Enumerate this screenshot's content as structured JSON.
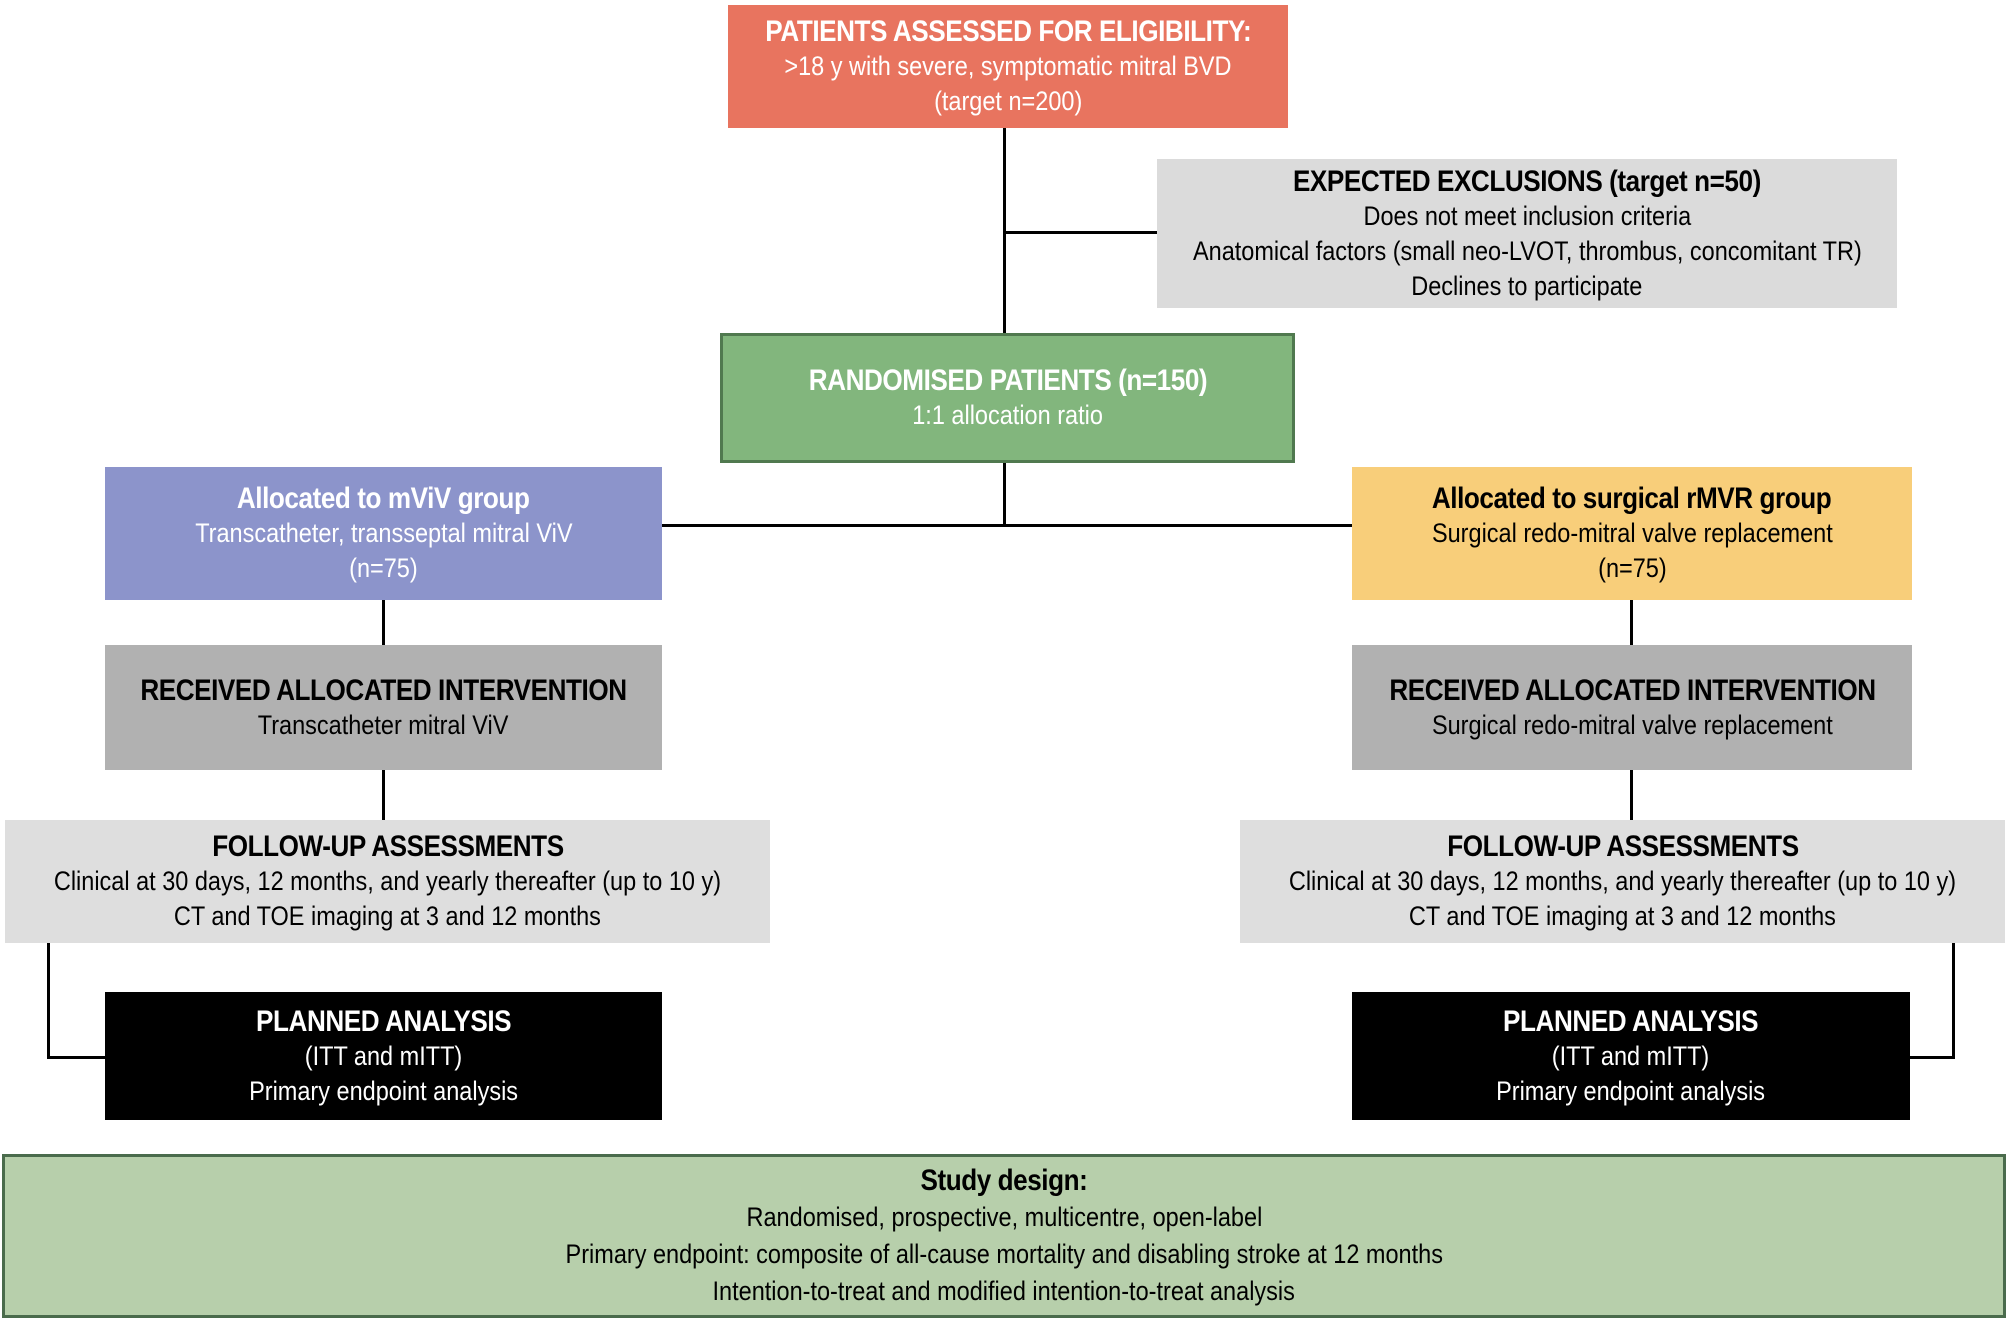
{
  "boxes": {
    "eligibility": {
      "title": "PATIENTS ASSESSED FOR ELIGIBILITY:",
      "lines": [
        ">18 y with severe, symptomatic mitral BVD",
        "(target n=200)"
      ]
    },
    "exclusions": {
      "title": "EXPECTED EXCLUSIONS (target n=50)",
      "lines": [
        "Does not meet inclusion criteria",
        "Anatomical factors (small neo-LVOT, thrombus, concomitant TR)",
        "Declines to participate"
      ]
    },
    "randomised": {
      "title": "RANDOMISED PATIENTS (n=150)",
      "lines": [
        "1:1 allocation ratio"
      ]
    },
    "mviv": {
      "title": "Allocated to mViV group",
      "lines": [
        "Transcatheter, transseptal mitral ViV",
        "(n=75)"
      ]
    },
    "rmvr": {
      "title": "Allocated to surgical rMVR group",
      "lines": [
        "Surgical redo-mitral valve replacement",
        "(n=75)"
      ]
    },
    "received_mviv": {
      "title": "RECEIVED ALLOCATED INTERVENTION",
      "lines": [
        "Transcatheter mitral ViV"
      ]
    },
    "received_rmvr": {
      "title": "RECEIVED ALLOCATED INTERVENTION",
      "lines": [
        "Surgical redo-mitral valve replacement"
      ]
    },
    "followup_mviv": {
      "title": "FOLLOW-UP ASSESSMENTS",
      "lines": [
        "Clinical at 30 days, 12 months, and yearly thereafter (up to 10 y)",
        "CT and TOE imaging at 3 and 12 months"
      ]
    },
    "followup_rmvr": {
      "title": "FOLLOW-UP ASSESSMENTS",
      "lines": [
        "Clinical at 30 days, 12 months, and yearly thereafter (up to 10 y)",
        "CT and TOE imaging at 3 and 12 months"
      ]
    },
    "analysis_mviv": {
      "title": "PLANNED ANALYSIS",
      "lines": [
        "(ITT and mITT)",
        "Primary endpoint analysis"
      ]
    },
    "analysis_rmvr": {
      "title": "PLANNED ANALYSIS",
      "lines": [
        "(ITT and mITT)",
        "Primary endpoint analysis"
      ]
    },
    "study_design": {
      "title": "Study design:",
      "lines": [
        "Randomised, prospective, multicentre, open-label",
        "Primary endpoint: composite of all-cause mortality and disabling stroke at 12 months",
        "Intention-to-treat and modified intention-to-treat analysis"
      ]
    }
  },
  "colors": {
    "eligibility_bg": "#E8745F",
    "exclusions_bg": "#DBDBDB",
    "randomised_bg": "#82B67D",
    "randomised_border": "#50794F",
    "mviv_bg": "#8C94CB",
    "rmvr_bg": "#F8CE7A",
    "received_bg": "#B1B1B1",
    "followup_bg": "#DEDEDE",
    "analysis_bg": "#000000",
    "study_bg": "#B7CFAB",
    "study_border": "#4A6B4C",
    "connector": "#000000"
  }
}
